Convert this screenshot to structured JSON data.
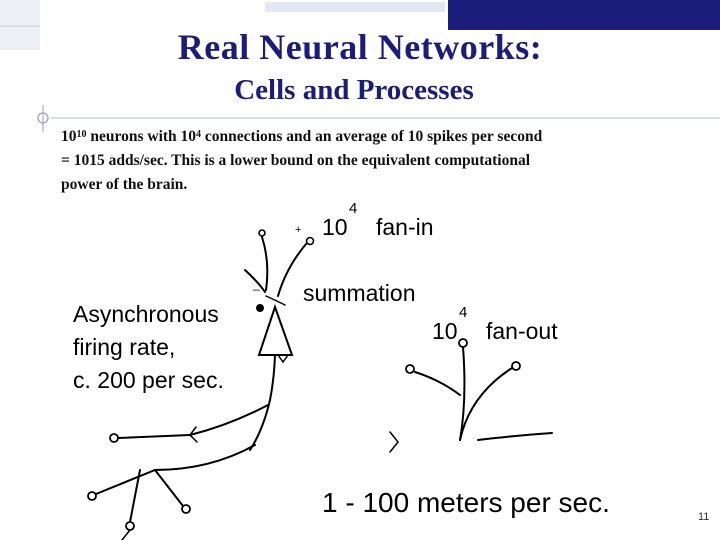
{
  "slide": {
    "title": "Real Neural Networks:",
    "subtitle": "Cells and Processes",
    "page_number": "11"
  },
  "body": {
    "line1_pre": "10",
    "line1_sup1": "10",
    "line1_mid": " neurons with 10",
    "line1_sup2": "4",
    "line1_post": " connections and an average of 10 spikes per second",
    "line2": "= 1015 adds/sec.  This is a lower bound on the equivalent computational",
    "line3": "power of the brain."
  },
  "diagram": {
    "async_line1": "Asynchronous",
    "async_line2": "firing rate,",
    "async_line3": "c. 200 per sec.",
    "fanin_base": "10",
    "fanin_exp": "4",
    "fanin_label": "fan-in",
    "summation": "summation",
    "fanout_base": "10",
    "fanout_exp": "4",
    "fanout_label": "fan-out",
    "speed": "1 - 100 meters per sec.",
    "plus": "+",
    "minus": "_"
  },
  "colors": {
    "title": "#1c1c7a",
    "banner": "#1c1c7a",
    "text": "#111111"
  }
}
